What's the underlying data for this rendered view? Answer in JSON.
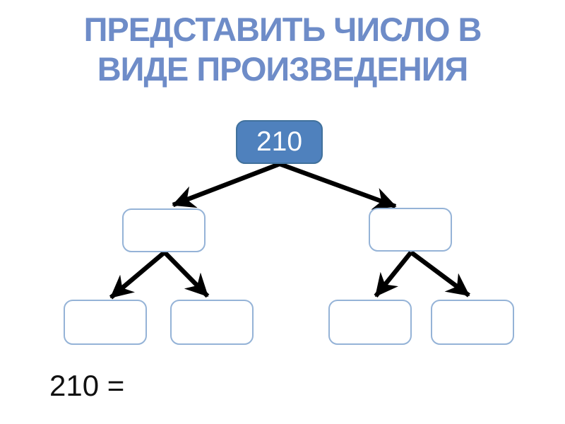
{
  "slide": {
    "title": "ПРЕДСТАВИТЬ ЧИСЛО В ВИДЕ ПРОИЗВЕДЕНИЯ",
    "title_lines": [
      "ПРЕДСТАВИТЬ ЧИСЛО В",
      "ВИДЕ ПРОИЗВЕДЕНИЯ"
    ],
    "equation": "210 ="
  },
  "tree": {
    "root": {
      "label": "210"
    },
    "level2": [
      {
        "label": ""
      },
      {
        "label": ""
      }
    ],
    "level3": [
      {
        "label": ""
      },
      {
        "label": ""
      },
      {
        "label": ""
      },
      {
        "label": ""
      }
    ]
  },
  "colors": {
    "title_text": "#6E8CC8",
    "root_fill": "#4F81BD",
    "root_border": "#41719C",
    "empty_box_border": "#95B3D7",
    "root_text": "#FFFFFF",
    "arrow": "#000000",
    "equation_text": "#111111",
    "background": "#FFFFFF"
  }
}
